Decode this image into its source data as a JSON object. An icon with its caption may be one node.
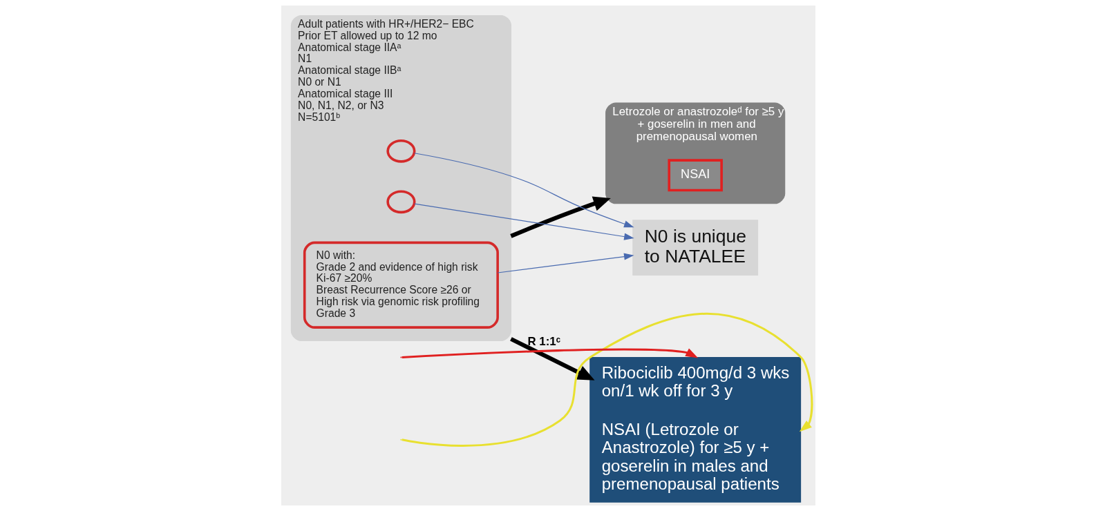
{
  "diagram": {
    "nodes": [
      {
        "text": [
          "Adult patients with HR+/HER2− EBC",
          "Prior ET allowed up to 12 mo",
          "Anatomical stage IIAᵃ",
          "N1",
          "Anatomical stage IIBᵃ",
          "N0 or N1",
          "Anatomical stage III",
          "N0, N1, N2, or N3",
          "N=5101ᵇ"
        ]
      },
      {
        "text": [
          "N0 with:",
          "Grade 2 and evidence of high risk",
          "Ki-67 ≥20%",
          "Breast Recurrence Score ≥26 or",
          "High risk via genomic risk profiling",
          "Grade 3"
        ],
        "in": 0
      },
      {
        "text": [],
        "shape": "circle",
        "in": 0
      },
      {
        "text": [],
        "shape": "circle",
        "in": 0
      },
      {
        "text": [
          "N0 is unique to NATALEE"
        ]
      },
      {
        "text": [
          "Ribociclib 400mg/d 3 wks on/1 wk off for 3 y",
          "NSAI (Letrozole or Anastrozole) for ≥5 y + goserelin in males and premenopausal patients"
        ]
      },
      {
        "text": [
          "Letrozole or anastrozoleᵈ for ≥5 y + goserelin in men and premenopausal women"
        ]
      },
      {
        "text": [
          "NSAI"
        ],
        "in": 6
      }
    ],
    "edges": [
      {
        "from": 1,
        "to": 4,
        "arrow": "to"
      },
      {
        "from": 2,
        "to": 4,
        "arrow": "to"
      },
      {
        "from": 3,
        "to": 4,
        "arrow": "to"
      },
      {
        "from": 0,
        "to": 5,
        "arrow": "to",
        "label": "R 1:1ᶜ",
        "style": "thick",
        "color": "#000000"
      },
      {
        "from": 0,
        "to": 6,
        "arrow": "to",
        "style": "thick",
        "color": "#000000"
      },
      {
        "from": null,
        "to": 5,
        "arrow": "to",
        "color": "#e8e030"
      },
      {
        "from": null,
        "to": 5,
        "arrow": "to",
        "color": "#e02020"
      }
    ]
  }
}
